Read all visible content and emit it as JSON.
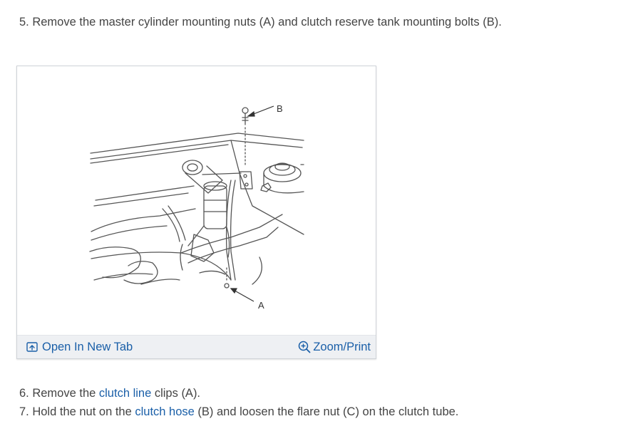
{
  "steps": {
    "step5": "5. Remove the master cylinder mounting nuts (A) and clutch reserve tank mounting bolts (B).",
    "step6": {
      "prefix": "6. Remove the ",
      "link": "clutch line",
      "suffix": " clips (A)."
    },
    "step7": {
      "prefix": "7. Hold the nut on the ",
      "link": "clutch hose",
      "suffix": " (B) and loosen the flare nut (C) on the clutch tube."
    }
  },
  "figure": {
    "callout_a": "A",
    "callout_b": "B",
    "open_tab_label": "Open In New Tab",
    "zoom_label": "Zoom/Print",
    "icons": [
      "open-new-tab-icon",
      "zoom-in-icon"
    ],
    "colors": {
      "link": "#1a5fa8",
      "toolbar_bg": "#eef0f3",
      "line_art": "#555555"
    }
  }
}
